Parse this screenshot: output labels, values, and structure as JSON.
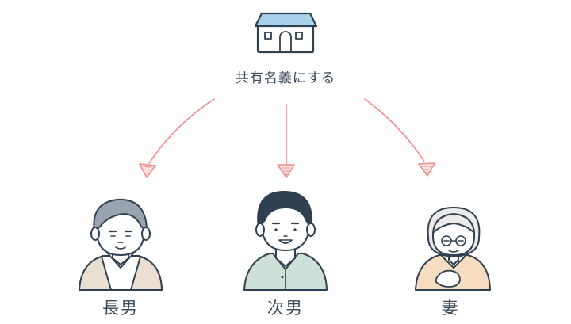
{
  "house": {
    "icon": "house-icon",
    "label": "共有名義にする"
  },
  "people": [
    {
      "id": "eldest-son",
      "label": "長男",
      "icon": "elderly-man-icon"
    },
    {
      "id": "second-son",
      "label": "次男",
      "icon": "man-icon"
    },
    {
      "id": "wife",
      "label": "妻",
      "icon": "elderly-woman-icon"
    }
  ],
  "colors": {
    "line": "#2f4050",
    "house_roof": "#a8d2ec",
    "arrow": "#ee8c8c",
    "hair_grey": "#9aa3b0",
    "hair_dark": "#2f4050",
    "skin": "#ffffff",
    "vest_beige": "#eadfd0",
    "jacket_green": "#cfe0d8",
    "cardigan_peach": "#f6ddc2",
    "hair_light": "#eceaea"
  }
}
